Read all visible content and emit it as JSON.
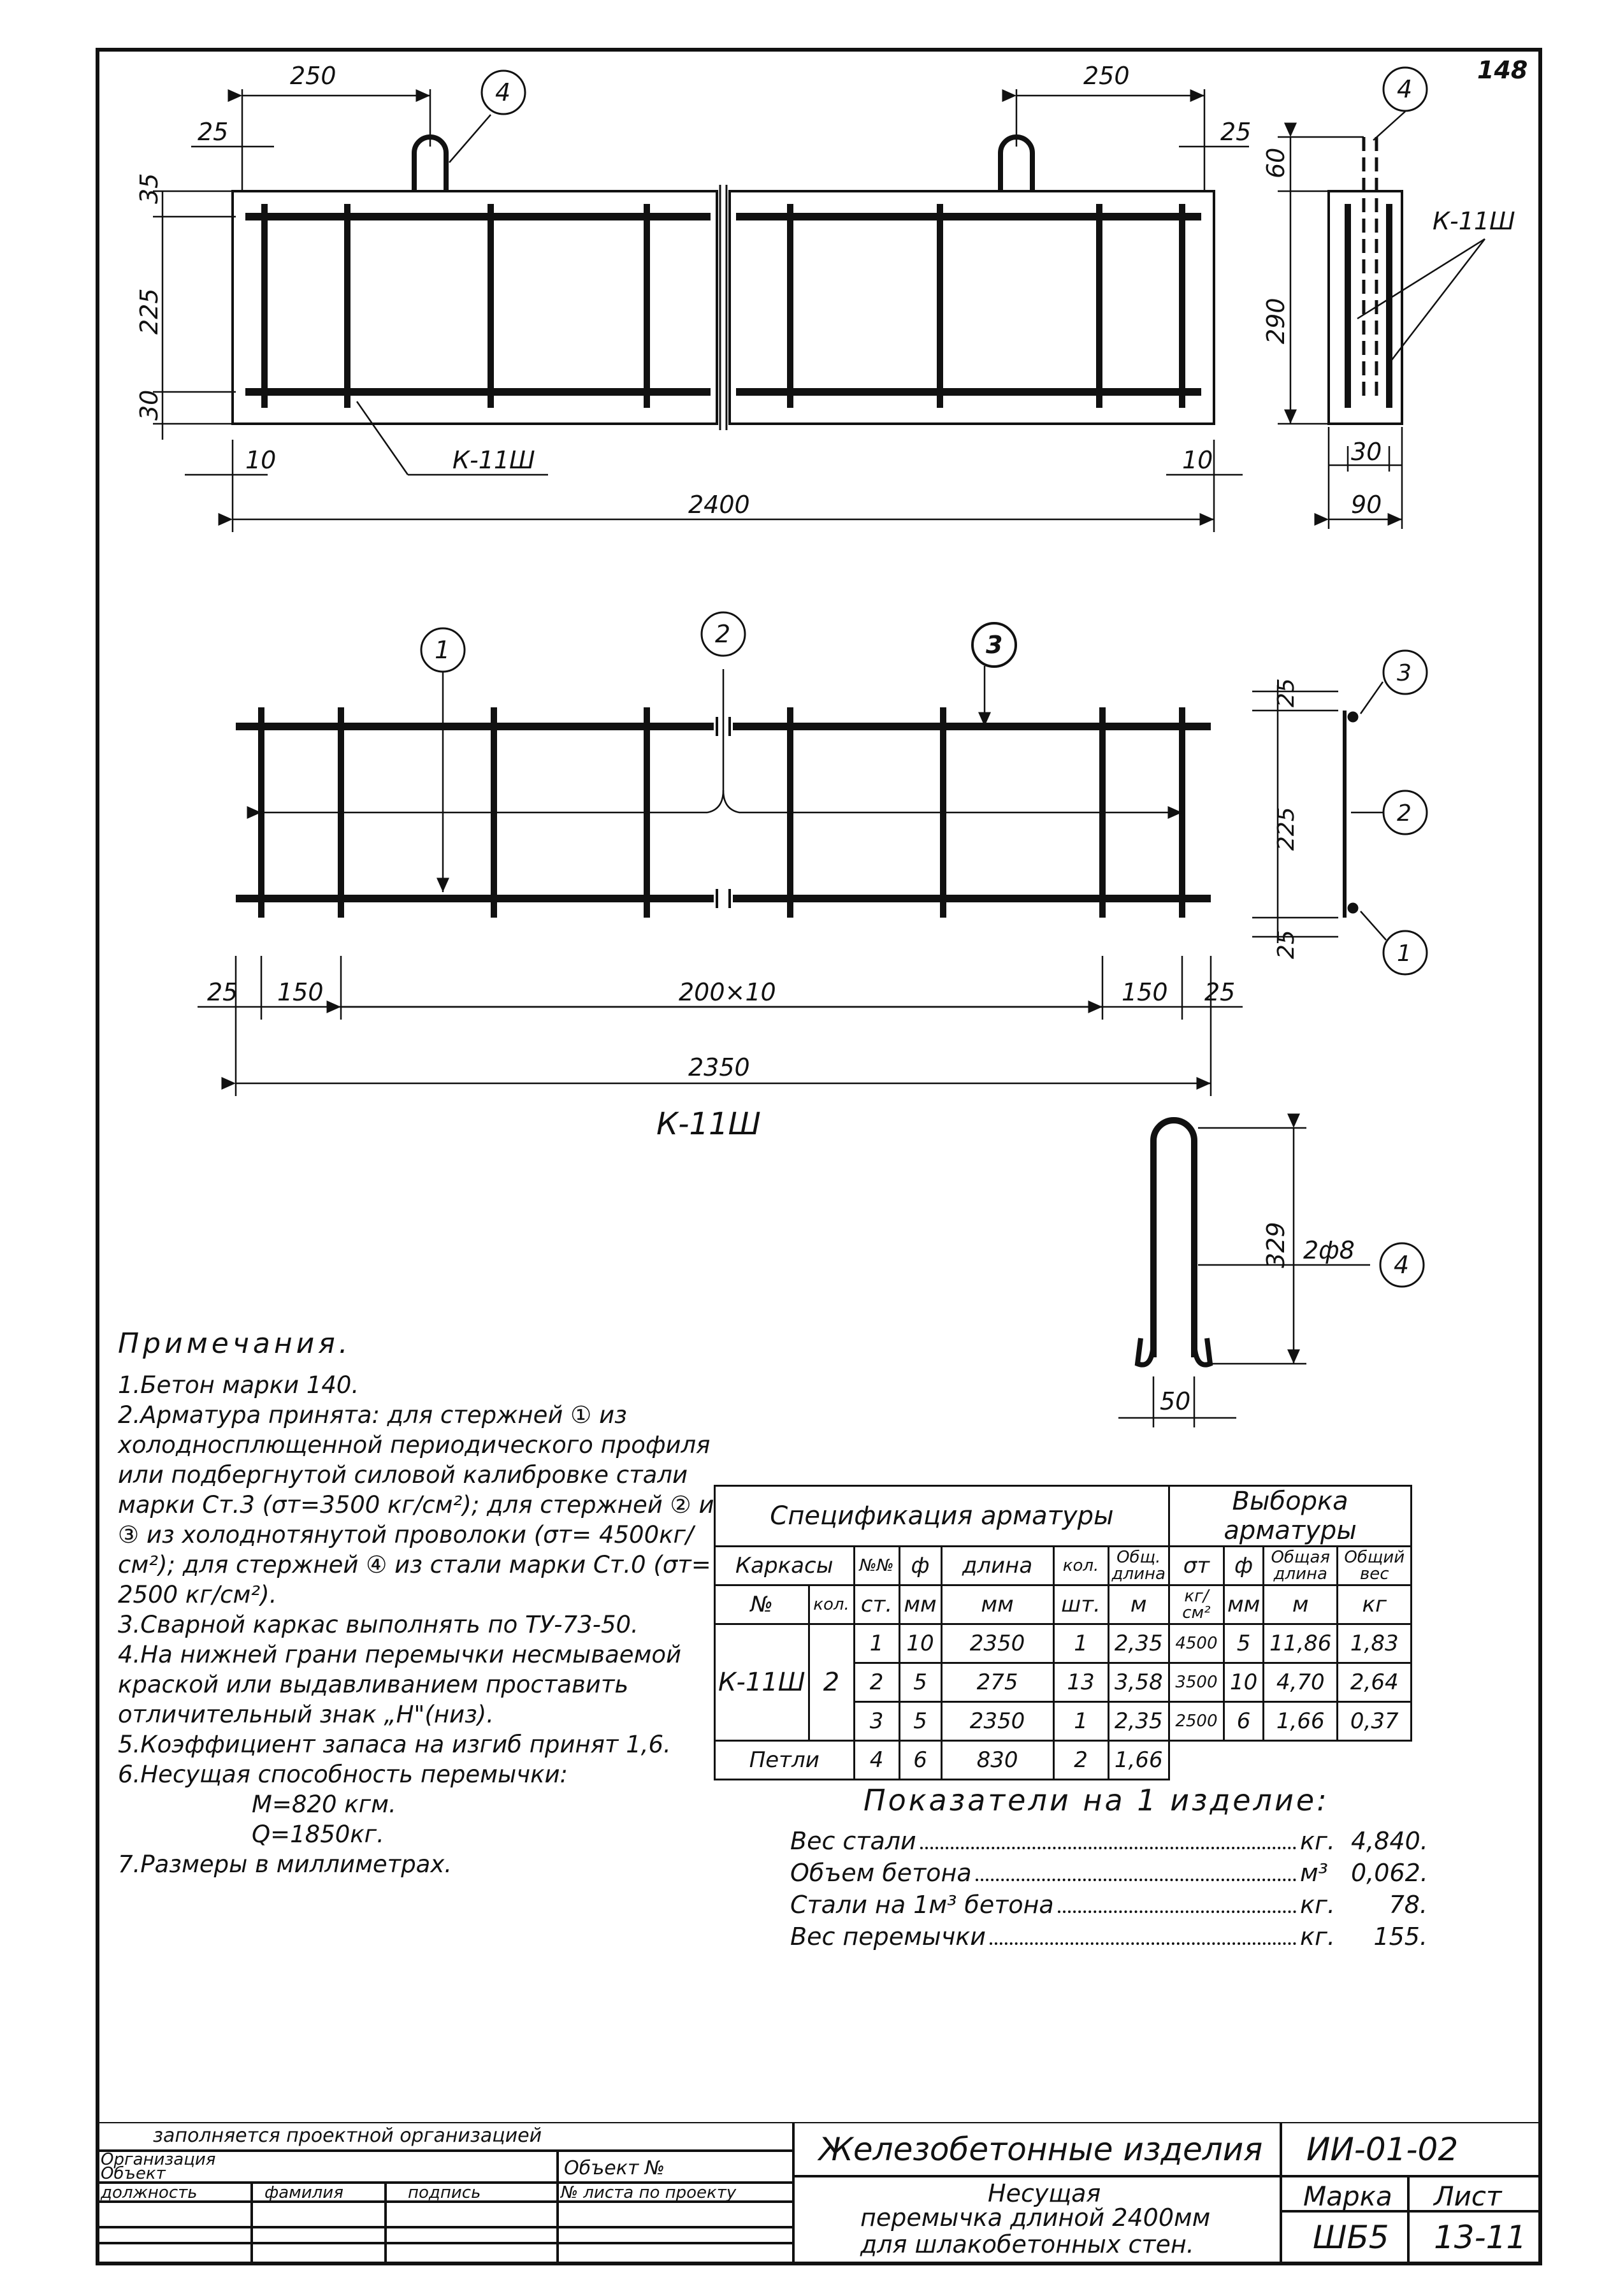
{
  "page_number": "148",
  "top_view": {
    "dims": {
      "loop_offset_left": "250",
      "loop_offset_right": "250",
      "edge_left": "25",
      "edge_right": "25",
      "top_cover": "35",
      "height_inner": "225",
      "bottom_cover": "30",
      "end_left": "10",
      "end_right": "10",
      "total_length": "2400"
    },
    "frame_label": "К-11Ш",
    "callout_loop": "4"
  },
  "section": {
    "dims": {
      "loop_height": "60",
      "height": "290",
      "inner_width": "30",
      "width": "90"
    },
    "label": "К-11Ш",
    "callout_loop": "4"
  },
  "frame_view": {
    "callouts": [
      "1",
      "2",
      "3"
    ],
    "dims": {
      "end_left": "25",
      "first_left": "150",
      "middle": "200×10",
      "last_right": "150",
      "end_right": "25",
      "total": "2350",
      "top": "25",
      "height": "225",
      "bottom": "25"
    },
    "title": "К-11Ш",
    "side_callouts": [
      "3",
      "2",
      "1"
    ]
  },
  "loop_detail": {
    "height": "329",
    "label": "2ф8",
    "callout": "4",
    "width": "50"
  },
  "notes": {
    "title": "Примечания.",
    "items": [
      "1.Бетон марки 140.",
      "2.Арматура принята: для стержней ① из холодносплющенной периодического профиля или подбергнутой силовой калибровке стали марки Ст.3 (σт=3500 кг/см²); для стержней ② и ③ из холоднотянутой проволоки (σт= 4500кг/см²); для стержней ④ из стали марки Ст.0 (σт= 2500 кг/см²).",
      "3.Сварной каркас выполнять по ТУ-73-50.",
      "4.На нижней грани перемычки несмываемой краской или выдавливанием проставить отличительный знак „Н\"(низ).",
      "5.Коэффициент запаса на изгиб принят 1,6.",
      "6.Несущая способность перемычки:"
    ],
    "capacity": [
      "M=820 кгм.",
      "Q=1850кг."
    ],
    "last": "7.Размеры в миллиметрах."
  },
  "spec": {
    "title_left": "Спецификация арматуры",
    "title_right": "Выборка арматуры",
    "headers": {
      "frames": "Каркасы",
      "nn": "№№",
      "diam": "ф",
      "length": "длина",
      "qty": "кол.",
      "total_len": "Общ. длина",
      "sigma": "σт",
      "diam2": "ф",
      "total_len2": "Общая длина",
      "total_weight": "Общий вес",
      "no": "№",
      "kol": "кол.",
      "st": "ст.",
      "mm": "мм",
      "mm_len": "мм",
      "sht": "шт.",
      "m": "м",
      "kg_cm2": "кг/см²",
      "mm2": "мм",
      "m2": "м",
      "kg": "кг"
    },
    "frame_name": "К-11Ш",
    "frame_count": "2",
    "rows": [
      {
        "nn": "1",
        "d": "10",
        "len": "2350",
        "qty": "1",
        "tot": "2,35",
        "sigma": "4500",
        "d2": "5",
        "len2": "11,86",
        "w": "1,83"
      },
      {
        "nn": "2",
        "d": "5",
        "len": "275",
        "qty": "13",
        "tot": "3,58",
        "sigma": "3500",
        "d2": "10",
        "len2": "4,70",
        "w": "2,64"
      },
      {
        "nn": "3",
        "d": "5",
        "len": "2350",
        "qty": "1",
        "tot": "2,35",
        "sigma": "2500",
        "d2": "6",
        "len2": "1,66",
        "w": "0,37"
      }
    ],
    "loops": {
      "name": "Петли",
      "nn": "4",
      "d": "6",
      "len": "830",
      "qty": "2",
      "tot": "1,66"
    }
  },
  "indicators": {
    "title": "Показатели на 1 изделие:",
    "rows": [
      {
        "label": "Вес стали",
        "unit": "кг.",
        "value": "4,840."
      },
      {
        "label": "Объем бетона",
        "unit": "м³",
        "value": "0,062."
      },
      {
        "label": "Стали на 1м³ бетона",
        "unit": "кг.",
        "value": "78."
      },
      {
        "label": "Вес перемычки",
        "unit": "кг.",
        "value": "155."
      }
    ]
  },
  "stamp": {
    "filled_by": "заполняется проектной организацией",
    "org_object": "Организация Объект",
    "object_no": "Объект №",
    "position": "должность",
    "surname": "фамилия",
    "signature": "подпись",
    "sheet_no": "№ листа по проекту",
    "title": "Железобетонные изделия",
    "code": "ИИ-01-02",
    "desc1": "Несущая",
    "desc2": "перемычка длиной 2400мм",
    "desc3": "для шлакобетонных стен.",
    "mark_label": "Марка",
    "sheet_label": "Лист",
    "mark": "ШБ5",
    "sheet": "13-11"
  }
}
